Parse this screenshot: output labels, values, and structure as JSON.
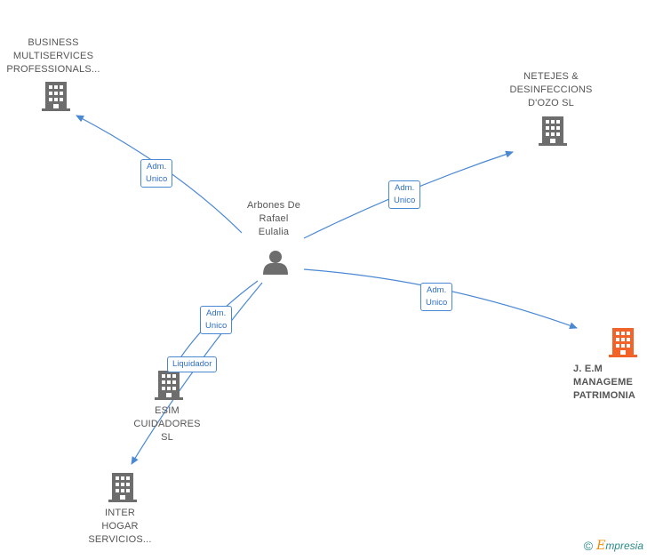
{
  "person": {
    "name": "Arbones De\nRafael\nEulalia",
    "icon": "person-icon"
  },
  "companies": [
    {
      "key": "business",
      "name": "BUSINESS\nMULTISERVICES\nPROFESSIONALS...",
      "icon": "building-icon",
      "color": "#6d6d6d"
    },
    {
      "key": "netejes",
      "name": "NETEJES &\nDESINFECCIONS\nD'OZO  SL",
      "icon": "building-icon",
      "color": "#6d6d6d"
    },
    {
      "key": "jem",
      "name": "J. E.M\nMANAGEME\nPATRIMONIA",
      "icon": "building-icon",
      "color": "#f2632a"
    },
    {
      "key": "esim",
      "name": "ESIM\nCUIDADORES\nSL",
      "icon": "building-icon",
      "color": "#6d6d6d"
    },
    {
      "key": "inter",
      "name": "INTER\nHOGAR\nSERVICIOS...",
      "icon": "building-icon",
      "color": "#6d6d6d"
    }
  ],
  "relations": [
    {
      "key": "business",
      "label": "Adm.\nUnico"
    },
    {
      "key": "netejes",
      "label": "Adm.\nUnico"
    },
    {
      "key": "jem",
      "label": "Adm.\nUnico"
    },
    {
      "key": "esim",
      "label": "Adm.\nUnico"
    },
    {
      "key": "inter",
      "label": "Liquidador"
    }
  ],
  "colors": {
    "edge": "#4a88d4",
    "building_default": "#6d6d6d",
    "building_highlight": "#f2632a",
    "person": "#6d6d6d"
  },
  "brand": {
    "copyright": "©",
    "name_first": "E",
    "name_rest": "mpresia"
  }
}
